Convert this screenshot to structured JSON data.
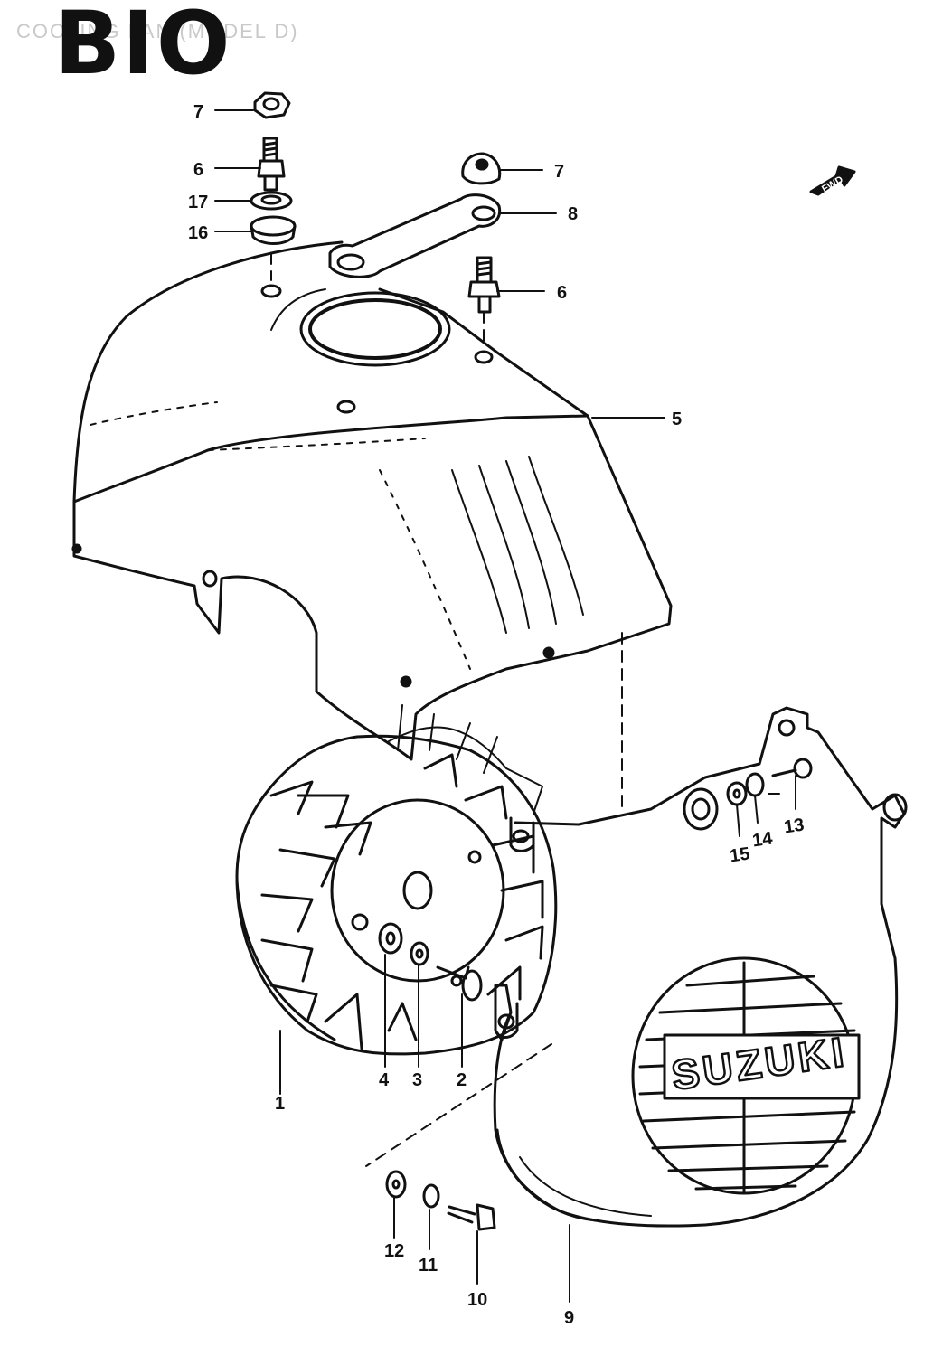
{
  "header": {
    "code": "BIO",
    "subtitle": "COOLING FAN (MODEL D)"
  },
  "fwd_arrow": "FWD",
  "logo_text": "SUZUKI",
  "part_labels": [
    {
      "id": "p7a",
      "text": "7"
    },
    {
      "id": "p6a",
      "text": "6"
    },
    {
      "id": "p17",
      "text": "17"
    },
    {
      "id": "p16",
      "text": "16"
    },
    {
      "id": "p7b",
      "text": "7"
    },
    {
      "id": "p8",
      "text": "8"
    },
    {
      "id": "p6b",
      "text": "6"
    },
    {
      "id": "p5",
      "text": "5"
    },
    {
      "id": "p13",
      "text": "13"
    },
    {
      "id": "p14",
      "text": "14"
    },
    {
      "id": "p15",
      "text": "15"
    },
    {
      "id": "p1",
      "text": "1"
    },
    {
      "id": "p4",
      "text": "4"
    },
    {
      "id": "p3",
      "text": "3"
    },
    {
      "id": "p2",
      "text": "2"
    },
    {
      "id": "p12",
      "text": "12"
    },
    {
      "id": "p11",
      "text": "11"
    },
    {
      "id": "p10",
      "text": "10"
    },
    {
      "id": "p9",
      "text": "9"
    }
  ],
  "colors": {
    "ink": "#111111",
    "paper": "#ffffff",
    "faint": "#c9c9c9"
  }
}
